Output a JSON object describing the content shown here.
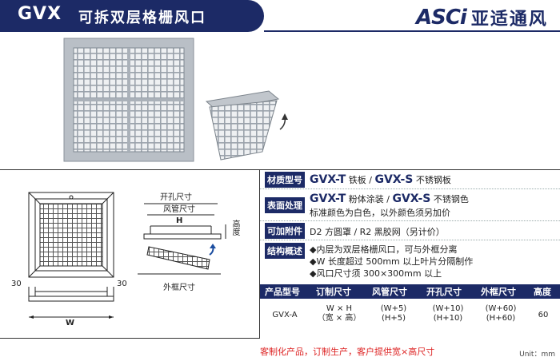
{
  "header": {
    "code": "GVX",
    "title": "可拆双层格栅风口",
    "brand_logo": "ASCi",
    "brand_name": "亚适通风"
  },
  "drawing": {
    "left_margin_label": "30",
    "right_margin_label": "30",
    "width_label": "W",
    "opening_size_label": "开孔尺寸",
    "duct_size_label": "风管尺寸",
    "height_h_label": "H",
    "height_label": "高度",
    "outer_size_label": "外框尺寸"
  },
  "specs": {
    "material": {
      "label": "材质型号",
      "t_code": "GVX-T",
      "t_desc": "铁板 /",
      "s_code": "GVX-S",
      "s_desc": "不锈钢板"
    },
    "surface": {
      "label": "表面处理",
      "t_code": "GVX-T",
      "t_desc": "粉体涂装 /",
      "s_code": "GVX-S",
      "s_desc": "不锈钢色",
      "note": "标准颜色为白色，以外颜色须另加价"
    },
    "accessory": {
      "label": "可加附件",
      "value": "D2 方圆罩 / R2 黑胶网（另计价）"
    },
    "structure": {
      "label": "结构概述",
      "bullets": [
        "◆内层为双层格栅风口，可与外框分离",
        "◆W 长度超过 500mm 以上叶片分隔制作",
        "◆风口尺寸须 300×300mm 以上"
      ]
    }
  },
  "product_table": {
    "headers": [
      "产品型号",
      "订制尺寸",
      "风管尺寸",
      "开孔尺寸",
      "外框尺寸",
      "高度"
    ],
    "row": {
      "model": "GVX-A",
      "custom_size_1": "W × H",
      "custom_size_2": "（宽 × 高）",
      "duct_1": "(W+5)",
      "duct_2": "(H+5)",
      "opening_1": "(W+10)",
      "opening_2": "(H+10)",
      "frame_1": "(W+60)",
      "frame_2": "(H+60)",
      "height": "60"
    }
  },
  "footer": {
    "note": "客制化产品，订制生产，客户提供宽×高尺寸",
    "unit": "Unit：mm"
  },
  "colors": {
    "navy": "#1c2a66",
    "accent_red": "#d22222",
    "grille_gray": "#a9b0b8"
  }
}
